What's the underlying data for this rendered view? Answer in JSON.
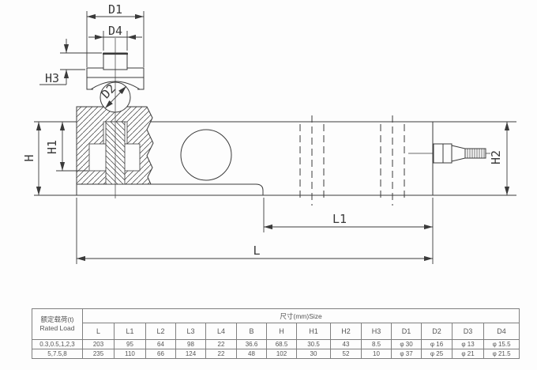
{
  "drawing": {
    "labels": {
      "d1": "D1",
      "d4": "D4",
      "h3": "H3",
      "d2": "D2",
      "h": "H",
      "h1": "H1",
      "h2": "H2",
      "l1": "L1",
      "l": "L"
    }
  },
  "table": {
    "rated_load_header_cn": "额定载荷(t)",
    "rated_load_header_en": "Rated Load",
    "size_header": "尺寸(mm)Size",
    "columns": [
      "L",
      "L1",
      "L2",
      "L3",
      "L4",
      "B",
      "H",
      "H1",
      "H2",
      "H3",
      "D1",
      "D2",
      "D3",
      "D4"
    ],
    "rows": [
      {
        "rated_load": "0.3,0.5,1,2,3",
        "values": [
          "203",
          "95",
          "64",
          "98",
          "22",
          "36.6",
          "68.5",
          "30.5",
          "43",
          "8.5",
          "φ 30",
          "φ 16",
          "φ 13",
          "φ 15.5"
        ]
      },
      {
        "rated_load": "5,7.5,8",
        "values": [
          "235",
          "110",
          "66",
          "124",
          "22",
          "48",
          "102",
          "30",
          "52",
          "10",
          "φ 37",
          "φ 25",
          "φ 21",
          "φ 21.5"
        ]
      }
    ]
  },
  "colors": {
    "line": "#3a3a3a",
    "table_border": "#7f7f7f",
    "text": "#555555",
    "background": "#fdfdfd"
  }
}
